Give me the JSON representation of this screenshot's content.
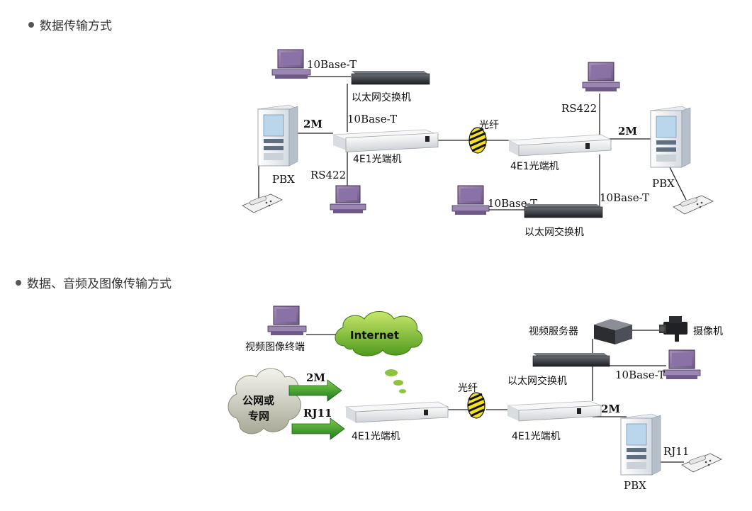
{
  "sections": [
    {
      "title": "数据传输方式"
    },
    {
      "title": "数据、音频及图像传输方式"
    }
  ],
  "diagram1": {
    "switch_top": {
      "port": "10Base-T",
      "name": "以太网交换机"
    },
    "left_terminal": {
      "name": "4E1光端机",
      "link_2m": "2M",
      "port_top": "10Base-T",
      "port_rs": "RS422"
    },
    "fiber": "光纤",
    "right_terminal": {
      "name": "4E1光端机",
      "port_rs": "RS422",
      "link_2m": "2M",
      "port_bottom": "10Base-T"
    },
    "pbx_left": "PBX",
    "pbx_right": "PBX",
    "switch_bottom": {
      "port": "10Base-T",
      "name": "以太网交换机"
    }
  },
  "diagram2": {
    "video_terminal": "视频图像终端",
    "internet": "Internet",
    "cloud_line1": "公网或",
    "cloud_line2": "专网",
    "arrow_2m": "2M",
    "arrow_rj11": "RJ11",
    "left_terminal": "4E1光端机",
    "fiber": "光纤",
    "right_terminal": "4E1光端机",
    "video_server": "视频服务器",
    "camera": "摄像机",
    "switch": "以太网交换机",
    "port_10base": "10Base-T",
    "link_2m": "2M",
    "rj11": "RJ11",
    "pbx": "PBX"
  }
}
